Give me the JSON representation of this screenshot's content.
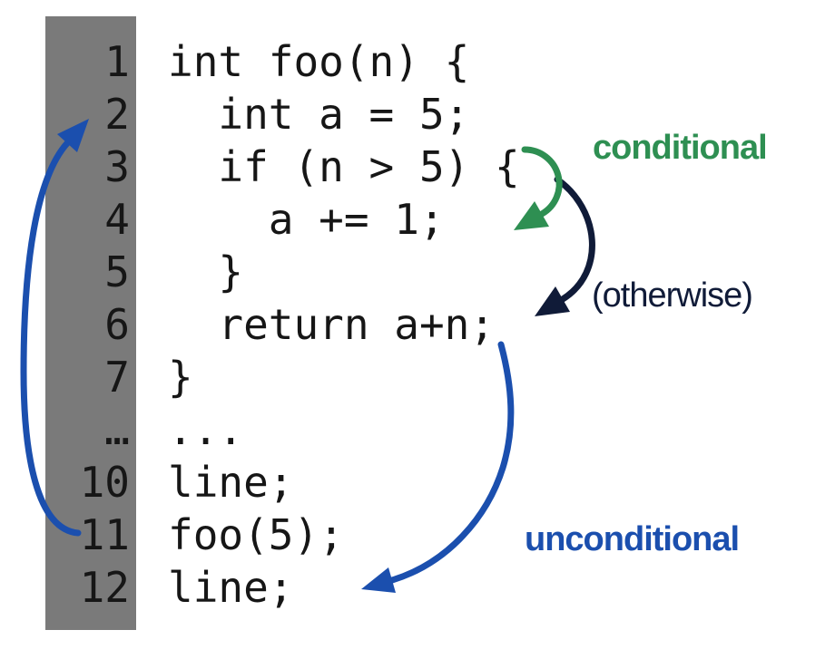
{
  "colors": {
    "background": "#ffffff",
    "gutter": "#7a7a7a",
    "code": "#161616",
    "green": "#2e8f52",
    "navy": "#101b38",
    "blue": "#1b4fae"
  },
  "code": {
    "lines": [
      {
        "num": "1",
        "text": "int foo(n) {"
      },
      {
        "num": "2",
        "text": "  int a = 5;"
      },
      {
        "num": "3",
        "text": "  if (n > 5) {"
      },
      {
        "num": "4",
        "text": "    a += 1;"
      },
      {
        "num": "5",
        "text": "  }"
      },
      {
        "num": "6",
        "text": "  return a+n;"
      },
      {
        "num": "7",
        "text": "}"
      },
      {
        "num": "…",
        "text": "..."
      },
      {
        "num": "10",
        "text": "line;"
      },
      {
        "num": "11",
        "text": "foo(5);"
      },
      {
        "num": "12",
        "text": "line;"
      }
    ]
  },
  "labels": {
    "conditional": "conditional",
    "otherwise": "(otherwise)",
    "unconditional": "unconditional"
  },
  "arrows": [
    {
      "name": "conditional-jump-arrow",
      "from_line": "3",
      "to_line": "4",
      "color": "#2e8f52"
    },
    {
      "name": "otherwise-fallthrough-arrow",
      "from_line": "3",
      "to_line": "6",
      "color": "#101b38"
    },
    {
      "name": "unconditional-forward-jump-arrow",
      "from_line": "6",
      "to_line": "12",
      "color": "#1b4fae"
    },
    {
      "name": "unconditional-backward-jump-arrow",
      "from_line": "11",
      "to_line": "2",
      "color": "#1b4fae"
    }
  ]
}
